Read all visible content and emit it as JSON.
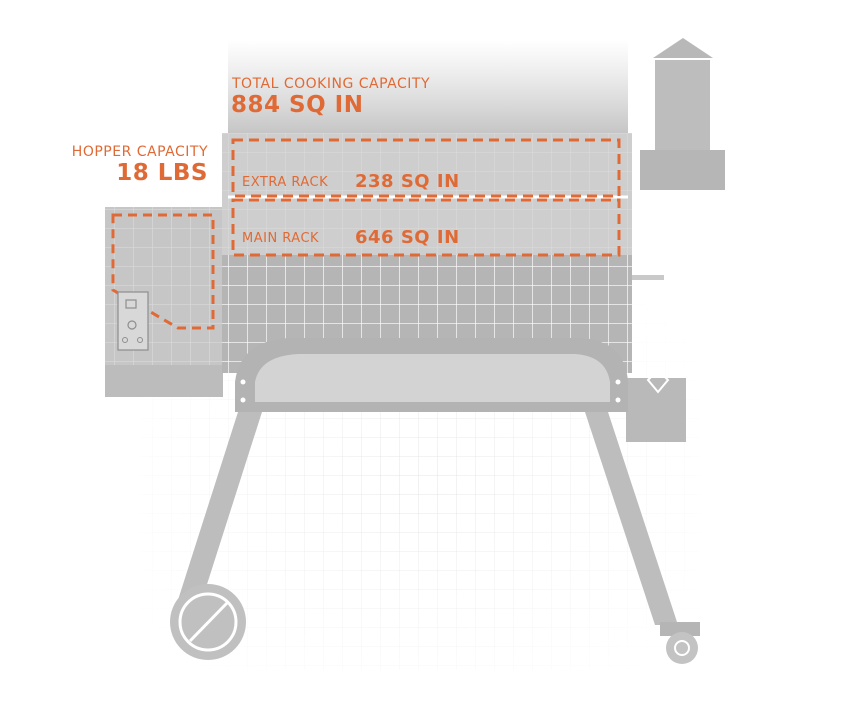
{
  "labels": {
    "total_capacity_label": "TOTAL COOKING CAPACITY",
    "total_capacity_value": "884 SQ IN",
    "hopper_capacity_label": "HOPPER CAPACITY",
    "hopper_capacity_value": "18 LBS",
    "extra_rack_label": "EXTRA RACK",
    "extra_rack_value": "238 SQ IN",
    "main_rack_label": "MAIN RACK",
    "main_rack_value": "646 SQ IN"
  },
  "colors": {
    "accent": "#e06a35",
    "grill_body": "#b3b3b3",
    "grill_light": "#d9d9d9",
    "grid_line": "#ffffff",
    "background": "#ffffff"
  }
}
